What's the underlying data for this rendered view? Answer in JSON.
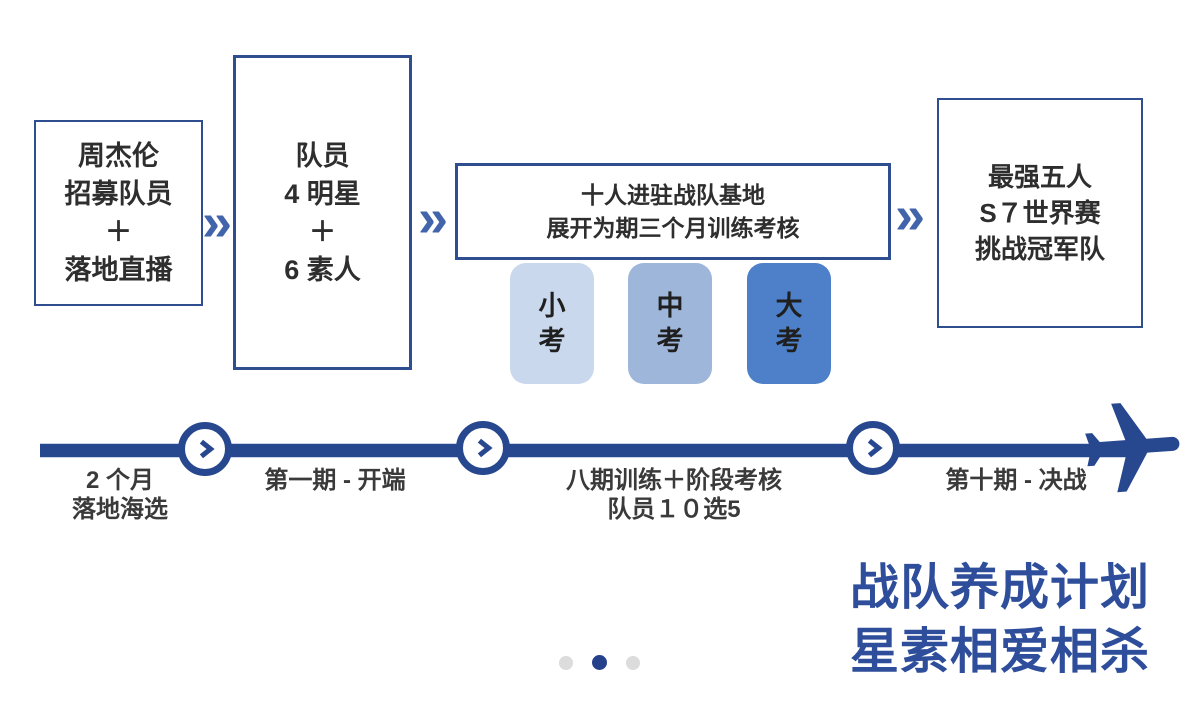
{
  "flow": {
    "connector_glyph": "»",
    "step1": {
      "line1": "周杰伦",
      "line2": "招募队员",
      "line3": "＋",
      "line4": "落地直播"
    },
    "step2": {
      "line1": "队员",
      "line2": "4 明星",
      "line3": "＋",
      "line4": "6 素人"
    },
    "step3": {
      "line1": "十人进驻战队基地",
      "line2": "展开为期三个月训练考核"
    },
    "exams": [
      {
        "label": "小考",
        "color": "#c9d8ec"
      },
      {
        "label": "中考",
        "color": "#9eb6d9"
      },
      {
        "label": "大考",
        "color": "#4d80c8"
      }
    ],
    "step4": {
      "line1": "最强五人",
      "line2": "S７世界赛",
      "line3": "挑战冠军队"
    }
  },
  "timeline": {
    "line_color": "#27478f",
    "milestones": [
      {
        "line1": "2 个月",
        "line2": "落地海选"
      },
      {
        "line1": "第一期 - 开端"
      },
      {
        "line1": "八期训练＋阶段考核",
        "line2": "队员１０选5"
      },
      {
        "line1": "第十期 - 决战"
      }
    ]
  },
  "title": {
    "line1": "战队养成计划",
    "line2": "星素相爱相杀",
    "color": "#2e4e9b"
  },
  "carousel": {
    "dot_count": 3,
    "active_index": 1,
    "active_color": "#26418b",
    "inactive_color": "#dcdcdc"
  }
}
